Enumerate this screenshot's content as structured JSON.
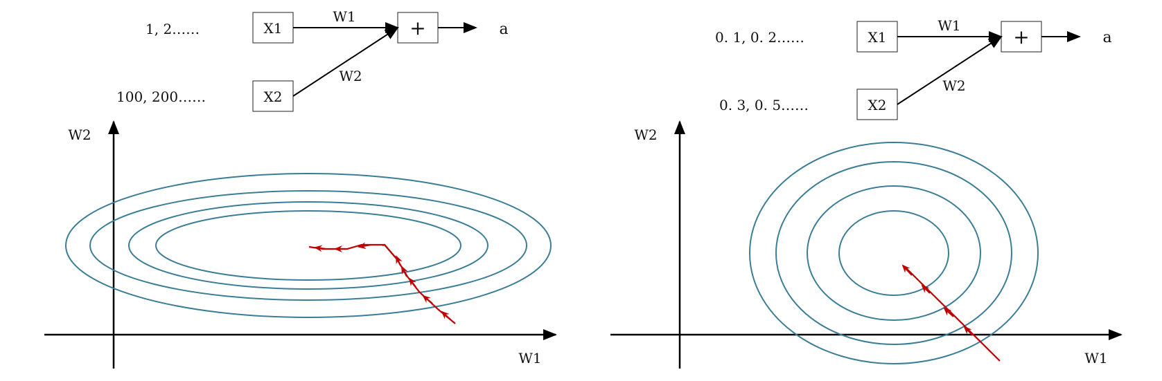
{
  "colors": {
    "contour": "#3a7d96",
    "path": "#c00000",
    "line": "#000000"
  },
  "left": {
    "inputs": {
      "x1_values": "1, 2……",
      "x2_values": "100, 200……"
    },
    "node_x1": "X1",
    "node_x2": "X2",
    "node_sum": "+",
    "weight_w1": "W1",
    "weight_w2": "W2",
    "output": "a",
    "axis_x_label": "W1",
    "axis_y_label": "W2"
  },
  "right": {
    "inputs": {
      "x1_values": "0. 1, 0. 2……",
      "x2_values": "0. 3, 0. 5……"
    },
    "node_x1": "X1",
    "node_x2": "X2",
    "node_sum": "+",
    "weight_w1": "W1",
    "weight_w2": "W2",
    "output": "a",
    "axis_x_label": "W1",
    "axis_y_label": "W2"
  }
}
